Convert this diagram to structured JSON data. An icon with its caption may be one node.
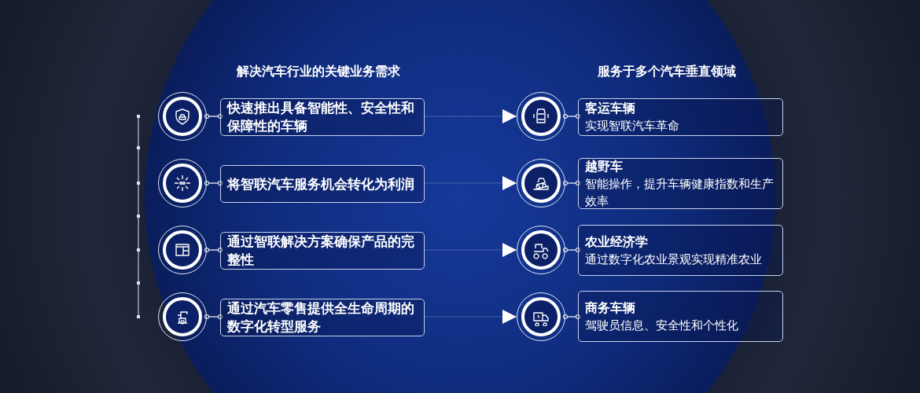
{
  "diagram": {
    "nodes": [
      {
        "text": [],
        "shape": "circle"
      },
      {
        "text": [
          "快速推出具备智能性、安全性和保障性的车辆"
        ]
      },
      {
        "text": [],
        "shape": "circle"
      },
      {
        "text": [
          "客运车辆",
          "实现智联汽车革命"
        ]
      },
      {
        "text": [],
        "shape": "circle"
      },
      {
        "text": [
          "将智联汽车服务机会转化为利润"
        ]
      },
      {
        "text": [],
        "shape": "circle"
      },
      {
        "text": [
          "越野车",
          "智能操作，提升车辆健康指数和生产效率"
        ]
      },
      {
        "text": [],
        "shape": "circle"
      },
      {
        "text": [
          "通过智联解决方案确保产品的完整性"
        ]
      },
      {
        "text": [],
        "shape": "circle"
      },
      {
        "text": [
          "农业经济学",
          "通过数字化农业景观实现精准农业"
        ]
      },
      {
        "text": [],
        "shape": "circle"
      },
      {
        "text": [
          "通过汽车零售提供全生命周期的数字化转型服务"
        ]
      },
      {
        "text": [],
        "shape": "circle"
      },
      {
        "text": [
          "商务车辆",
          "驾驶员信息、安全性和个性化"
        ]
      }
    ],
    "edges": [
      {
        "from": 0,
        "to": 1,
        "arrow": "other"
      },
      {
        "from": 1,
        "to": 2,
        "arrow": "to"
      },
      {
        "from": 2,
        "to": 3,
        "arrow": "other"
      },
      {
        "from": 4,
        "to": 5,
        "arrow": "other"
      },
      {
        "from": 5,
        "to": 6,
        "arrow": "to"
      },
      {
        "from": 6,
        "to": 7,
        "arrow": "other"
      },
      {
        "from": 8,
        "to": 9,
        "arrow": "other"
      },
      {
        "from": 9,
        "to": 10,
        "arrow": "to"
      },
      {
        "from": 10,
        "to": 11,
        "arrow": "other"
      },
      {
        "from": 12,
        "to": 13,
        "arrow": "other"
      },
      {
        "from": 13,
        "to": 14,
        "arrow": "to"
      },
      {
        "from": 14,
        "to": 15,
        "arrow": "other"
      }
    ],
    "labels": [
      "解决汽车行业的关键业务需求",
      "服务于多个汽车垂直领域"
    ]
  }
}
